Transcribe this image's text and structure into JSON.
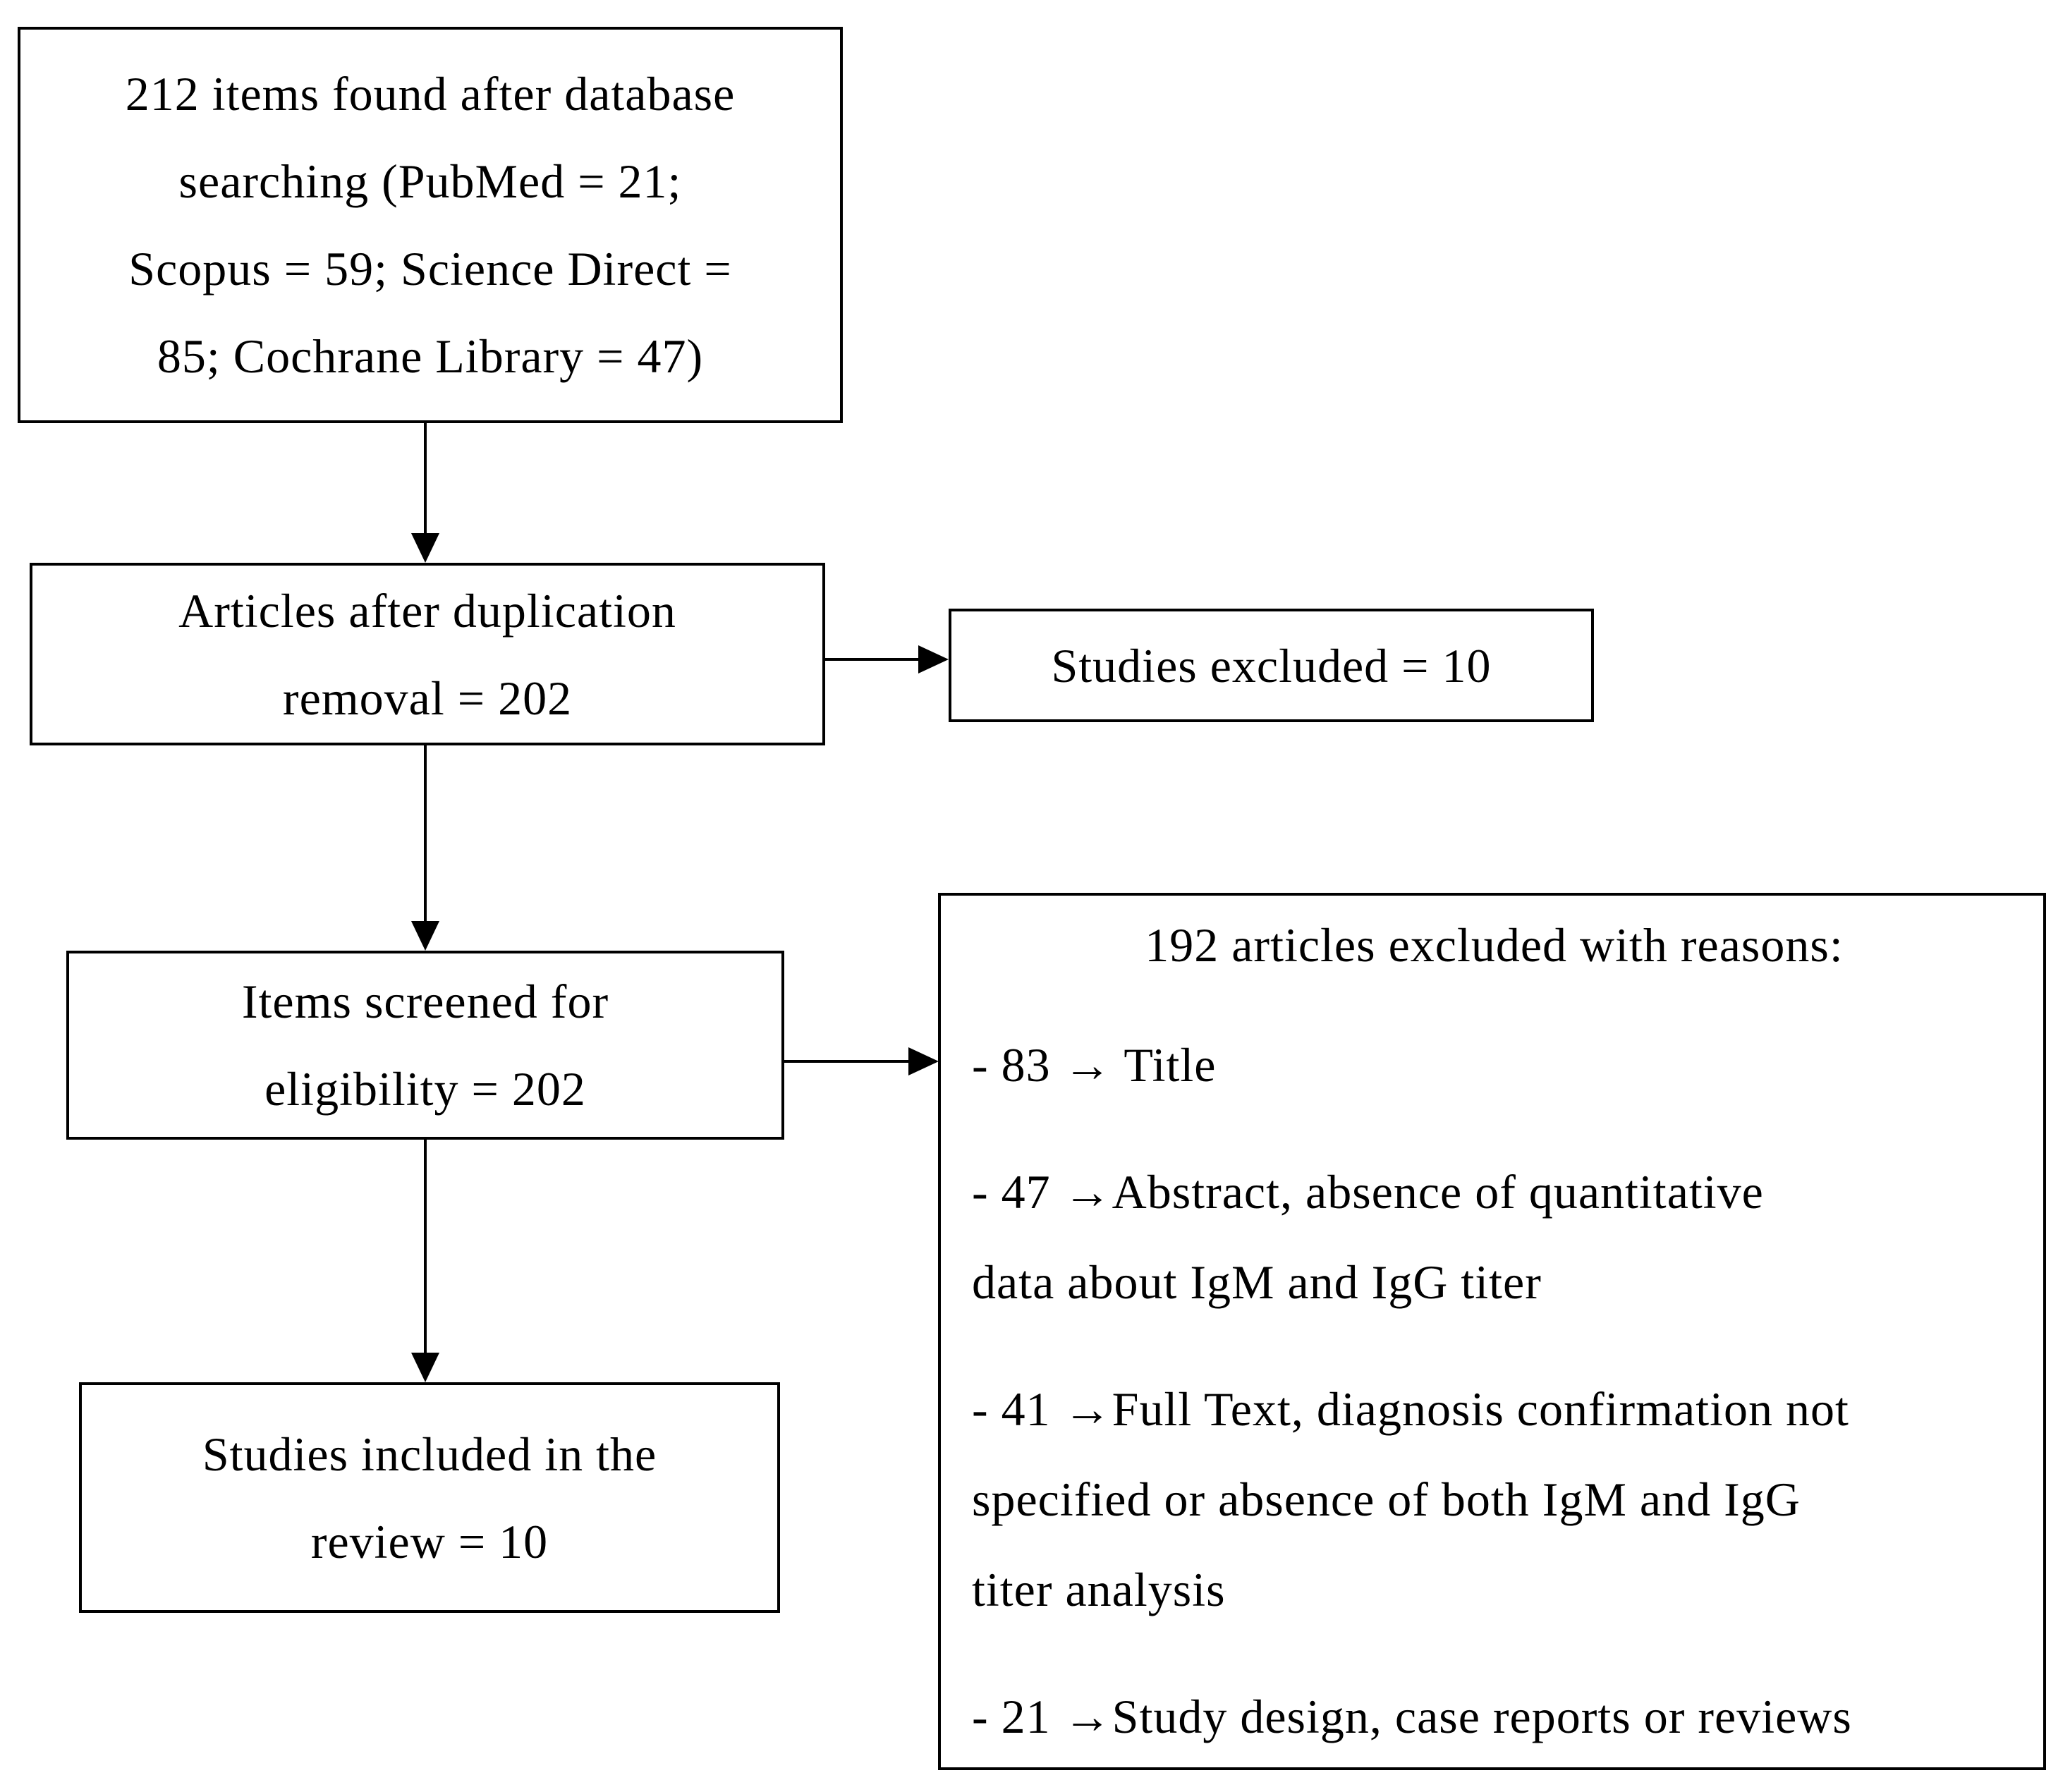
{
  "diagram": {
    "title_semantic": "Study selection flow diagram",
    "colors": {
      "background": "#ffffff",
      "border": "#000000",
      "text": "#000000"
    },
    "boxes": {
      "found": {
        "full_text": "212 items found after database searching (PubMed = 21; Scopus = 59; Science Direct = 85; Cochrane Library = 47)",
        "lines": [
          "212 items found after database",
          "searching (PubMed = 21;",
          "Scopus = 59; Science Direct =",
          "85; Cochrane Library = 47)"
        ]
      },
      "dedup": {
        "full_text": "Articles after duplication removal = 202",
        "lines": [
          "Articles after duplication",
          "removal = 202"
        ]
      },
      "excluded_duplicates": {
        "full_text": "Studies excluded = 10",
        "lines": [
          "Studies excluded = 10"
        ]
      },
      "screened": {
        "full_text": "Items screened for eligibility = 202",
        "lines": [
          "Items screened for",
          "eligibility = 202"
        ]
      },
      "included": {
        "full_text": "Studies included in the review = 10",
        "lines": [
          "Studies included in the",
          "review = 10"
        ]
      },
      "excluded_reasons": {
        "heading": "192 articles excluded with reasons:",
        "items": [
          {
            "full_text": "- 83 → Title",
            "lines": [
              "- 83 → Title"
            ]
          },
          {
            "full_text": "- 47 →Abstract, absence of quantitative data about IgM and IgG titer",
            "lines": [
              "- 47 →Abstract, absence of quantitative",
              "data about IgM and IgG titer"
            ]
          },
          {
            "full_text": "- 41 →Full Text, diagnosis confirmation not specified or absence of both IgM and IgG titer analysis",
            "lines": [
              "- 41 →Full Text, diagnosis confirmation not",
              "specified or absence of both IgM and IgG",
              "titer analysis"
            ]
          },
          {
            "full_text": "- 21 →Study design, case reports or reviews",
            "lines": [
              "- 21 →Study design, case reports or reviews"
            ]
          }
        ]
      }
    }
  }
}
